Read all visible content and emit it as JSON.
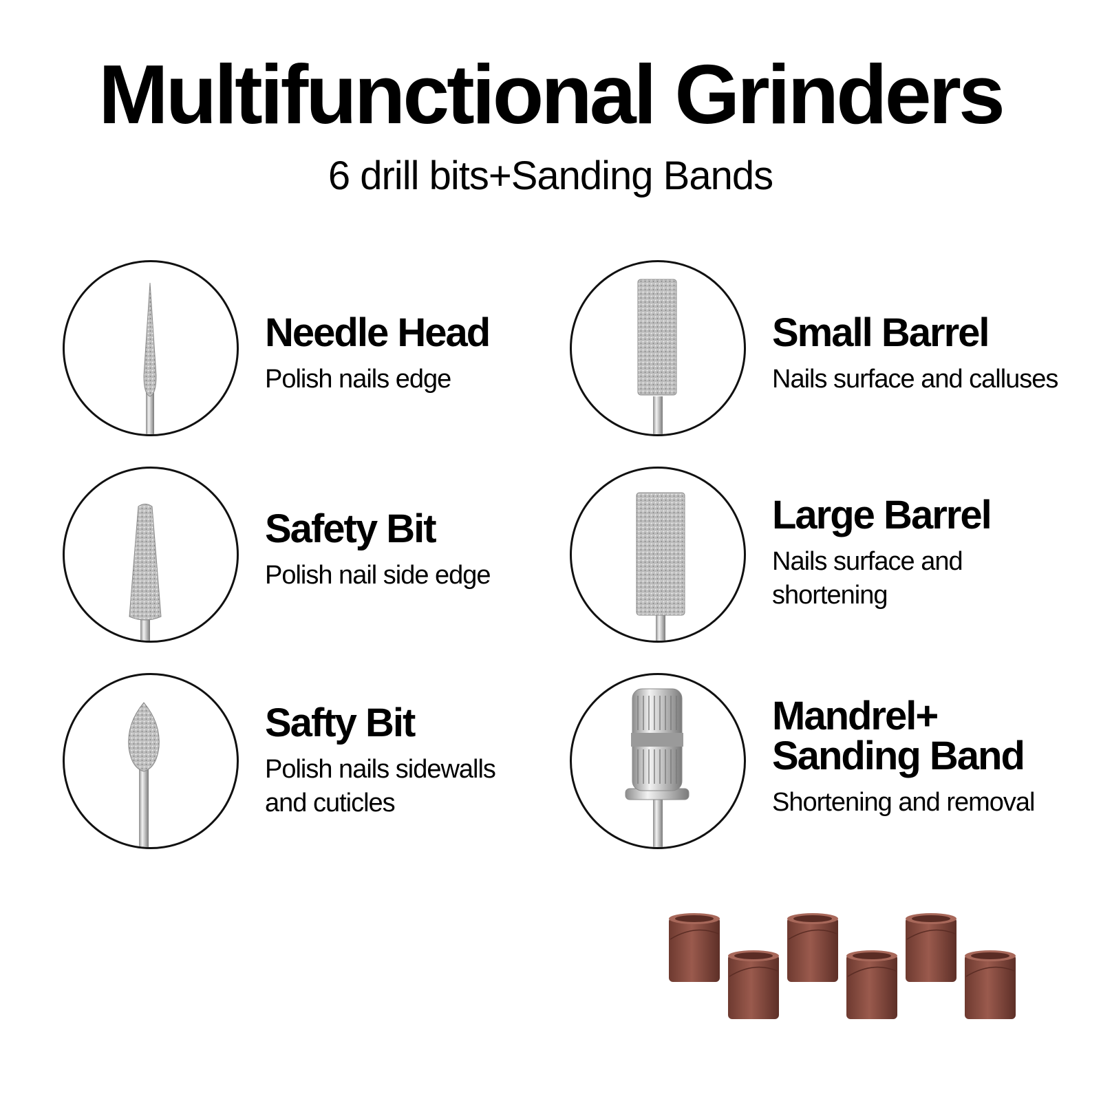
{
  "title": "Multifunctional Grinders",
  "subtitle": "6 drill bits+Sanding Bands",
  "items": [
    {
      "name": "Needle Head",
      "desc": "Polish nails edge",
      "icon": "needle-bit-icon"
    },
    {
      "name": "Small Barrel",
      "desc": "Nails surface and calluses",
      "icon": "small-barrel-bit-icon"
    },
    {
      "name": "Safety Bit",
      "desc": "Polish nail side edge",
      "icon": "safety-cone-bit-icon"
    },
    {
      "name": "Large Barrel",
      "desc": "Nails surface and shortening",
      "icon": "large-barrel-bit-icon"
    },
    {
      "name": "Safty Bit",
      "desc": "Polish nails sidewalls and cuticles",
      "icon": "flame-bit-icon"
    },
    {
      "name": "Mandrel+ Sanding Band",
      "desc": "Shortening and removal",
      "icon": "mandrel-icon"
    }
  ],
  "sanding_bands": {
    "count": 6,
    "icon": "sanding-band-icon",
    "color": "#8a4a3f"
  },
  "colors": {
    "background": "#ffffff",
    "text": "#000000",
    "circle_border": "#111111",
    "metal": "#c8c8c8"
  }
}
